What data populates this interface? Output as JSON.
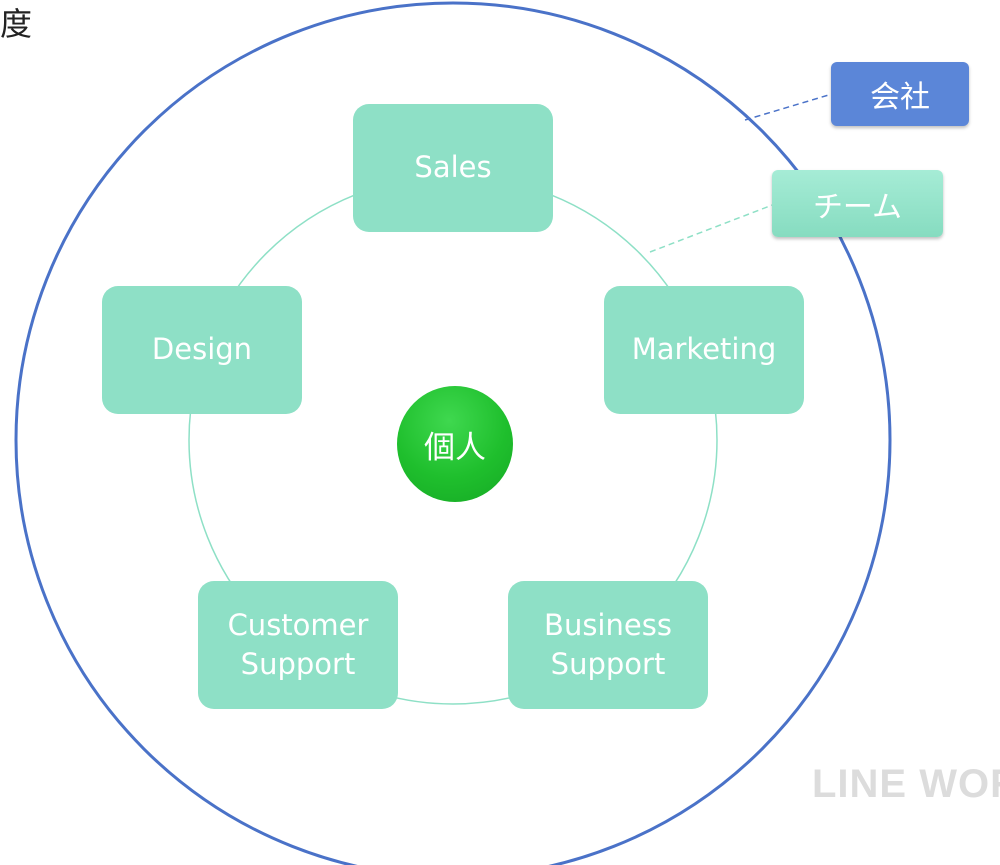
{
  "corner_text": "度",
  "company_label": "会社",
  "team_label": "チーム",
  "individual_label": "個人",
  "teams": [
    {
      "id": "sales",
      "label": "Sales"
    },
    {
      "id": "marketing",
      "label": "Marketing"
    },
    {
      "id": "business-support",
      "label": "Business\nSupport"
    },
    {
      "id": "customer-support",
      "label": "Customer\nSupport"
    },
    {
      "id": "design",
      "label": "Design"
    }
  ],
  "watermark": "LINE WOR",
  "colors": {
    "company_circle": "#4a72c8",
    "company_label_bg": "#5b86d8",
    "team_box": "#8ee0c6",
    "team_ring": "#8ee0c6",
    "individual": "#1fbf2d"
  }
}
